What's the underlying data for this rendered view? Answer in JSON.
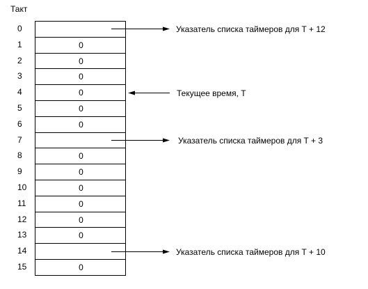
{
  "header": "Такт",
  "slots": [
    {
      "index": "0",
      "value": ""
    },
    {
      "index": "1",
      "value": "0"
    },
    {
      "index": "2",
      "value": "0"
    },
    {
      "index": "3",
      "value": "0"
    },
    {
      "index": "4",
      "value": "0"
    },
    {
      "index": "5",
      "value": "0"
    },
    {
      "index": "6",
      "value": "0"
    },
    {
      "index": "7",
      "value": ""
    },
    {
      "index": "8",
      "value": "0"
    },
    {
      "index": "9",
      "value": "0"
    },
    {
      "index": "10",
      "value": "0"
    },
    {
      "index": "11",
      "value": "0"
    },
    {
      "index": "12",
      "value": "0"
    },
    {
      "index": "13",
      "value": "0"
    },
    {
      "index": "14",
      "value": ""
    },
    {
      "index": "15",
      "value": "0"
    }
  ],
  "annotations": [
    {
      "slot": 0,
      "text": "Указатель списка таймеров для T + 12",
      "direction": "out"
    },
    {
      "slot": 4,
      "text": "Текущее время, T",
      "direction": "in"
    },
    {
      "slot": 7,
      "text": "Указатель списка таймеров для T + 3",
      "direction": "out"
    },
    {
      "slot": 14,
      "text": "Указатель списка таймеров для T + 10",
      "direction": "out"
    }
  ]
}
